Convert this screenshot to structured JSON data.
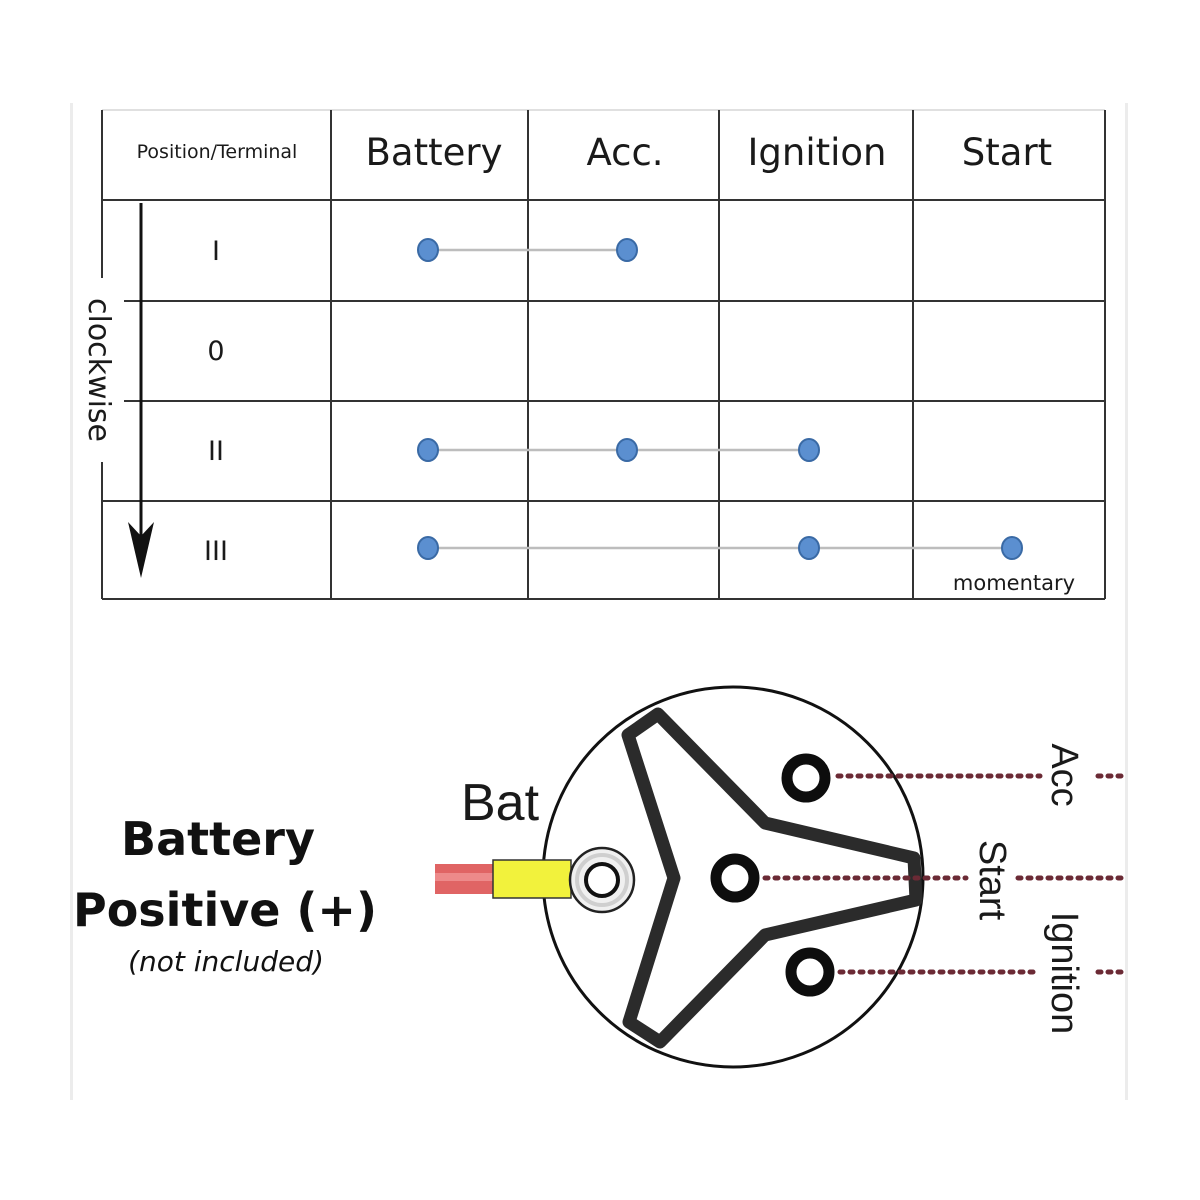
{
  "table": {
    "corner_header": "Position/Terminal",
    "columns": [
      "Battery",
      "Acc.",
      "Ignition",
      "Start"
    ],
    "rows": [
      {
        "position": "I",
        "connected": [
          "Battery",
          "Acc."
        ]
      },
      {
        "position": "0",
        "connected": []
      },
      {
        "position": "II",
        "connected": [
          "Battery",
          "Acc.",
          "Ignition"
        ]
      },
      {
        "position": "III",
        "connected": [
          "Battery",
          "Ignition",
          "Start"
        ]
      }
    ],
    "direction_label": "clockwise",
    "start_note": "momentary",
    "dot_color": "#5b8fd0",
    "dot_outline_color": "#3a6aa5",
    "link_color": "#bdbdbd"
  },
  "wiring": {
    "title_line1": "Battery",
    "title_line2": "Positive (+)",
    "subtitle": "(not included)",
    "bat_label": "Bat",
    "terminals": [
      {
        "id": "acc",
        "label": "Acc"
      },
      {
        "id": "start",
        "label": "Start"
      },
      {
        "id": "ignition",
        "label": "Ignition"
      }
    ],
    "wire_color": "#e06464",
    "crimp_color": "#f2f23c",
    "dotted_line_color": "#6b2a35"
  }
}
